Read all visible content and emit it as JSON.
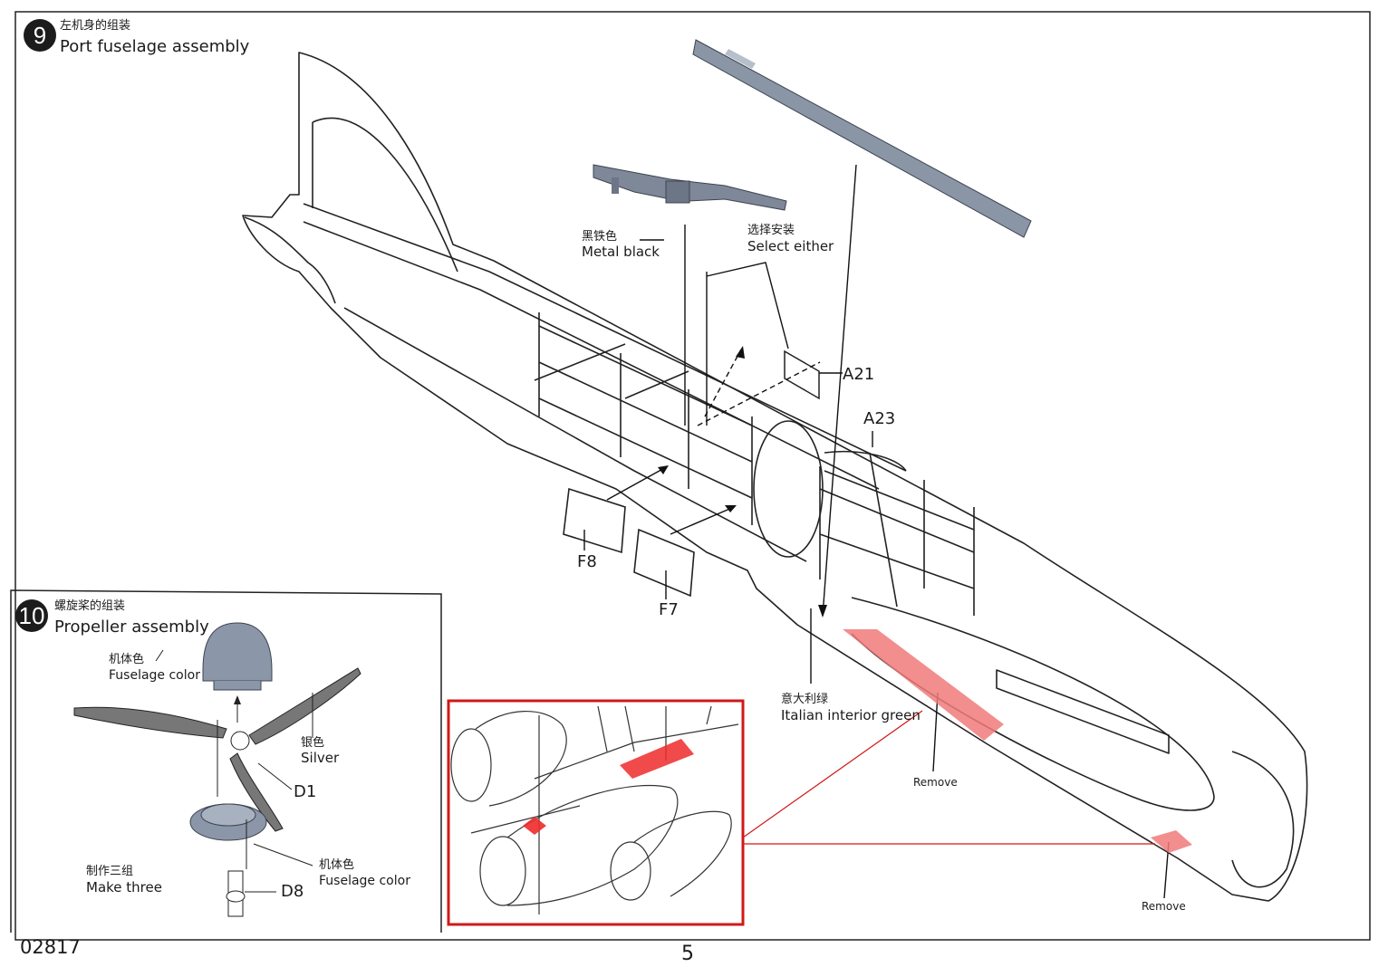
{
  "step9": {
    "number": "9",
    "title_zh": "左机身的组装",
    "title_en": "Port fuselage assembly"
  },
  "step10": {
    "number": "10",
    "title_zh": "螺旋桨的组装",
    "title_en": "Propeller assembly"
  },
  "callouts": {
    "metal_black_zh": "黑铁色",
    "metal_black_en": "Metal black",
    "select_either_zh": "选择安装",
    "select_either_en": "Select either",
    "italian_green_zh": "意大利绿",
    "italian_green_en": "Italian interior green",
    "remove_1": "Remove",
    "remove_2": "Remove",
    "fuselage_color_zh": "机体色",
    "fuselage_color_en": "Fuselage color",
    "silver_zh": "银色",
    "silver_en": "Silver",
    "make_three_zh": "制作三组",
    "make_three_en": "Make three",
    "fuselage_color2_zh": "机体色",
    "fuselage_color2_en": "Fuselage color"
  },
  "parts": {
    "a21": "A21",
    "a23": "A23",
    "f8": "F8",
    "f7": "F7",
    "d1": "D1",
    "d8": "D8"
  },
  "footer": {
    "kit_number": "02817",
    "page_number": "5"
  },
  "colors": {
    "part_grey": "#8a96a6",
    "remove_red": "#f07a7a",
    "detail_red": "#e02020",
    "badge": "#1c1c1c"
  }
}
